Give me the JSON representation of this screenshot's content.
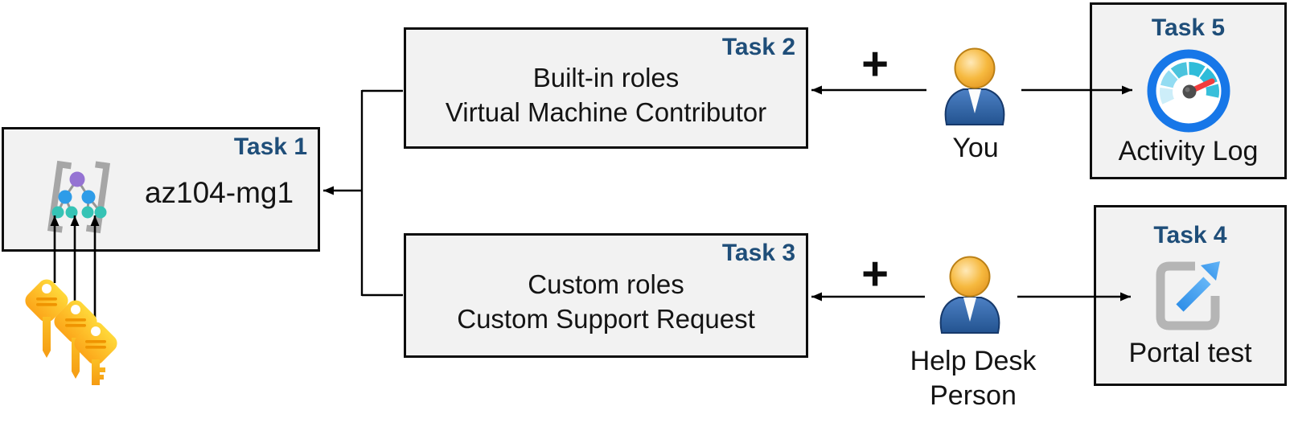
{
  "diagram": {
    "boxes": {
      "task1": {
        "badge": "Task 1",
        "title": "az104-mg1",
        "icon": "management-group-icon"
      },
      "task2": {
        "badge": "Task 2",
        "line1": "Built-in roles",
        "line2": "Virtual Machine Contributor"
      },
      "task3": {
        "badge": "Task 3",
        "line1": "Custom roles",
        "line2": "Custom Support Request"
      },
      "task4": {
        "badge": "Task 4",
        "caption": "Portal test",
        "icon": "external-link-icon"
      },
      "task5": {
        "badge": "Task 5",
        "caption": "Activity Log",
        "icon": "gauge-icon"
      }
    },
    "actors": {
      "you": {
        "label": "You",
        "icon": "person-icon"
      },
      "help_desk": {
        "label_line1": "Help Desk",
        "label_line2": "Person",
        "icon": "person-icon"
      }
    },
    "symbols": {
      "plus": "+"
    },
    "icons": {
      "keys": "three-gold-keys-icon"
    },
    "colors": {
      "box_fill": "#f2f2f2",
      "box_border": "#0d0d0d",
      "badge_text": "#1f4e79",
      "body_text": "#141414",
      "arrow": "#000000",
      "key_gold": "#ffc21f",
      "key_stripe": "#ef9400",
      "mg_purple": "#9573d3",
      "mg_blue": "#2e9ce8",
      "mg_teal": "#36c3b5",
      "mg_bracket": "#a6a6a6",
      "person_body_blue": "#2f66ad",
      "person_head_orange": "#eda93c",
      "gauge_ring_blue": "#1777e8",
      "gauge_teal": "#2fbcd9",
      "gauge_light_blue": "#cdeef9",
      "gauge_needle_red": "#f23d3d",
      "link_arrow_blue": "#3f9ef0",
      "link_frame_gray": "#b5b5b5"
    }
  }
}
